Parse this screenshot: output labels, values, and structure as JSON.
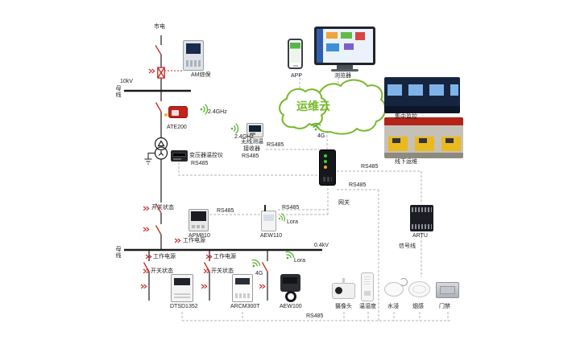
{
  "colors": {
    "red": "#c2281e",
    "cloud_green": "#76b82a",
    "wifi_green": "#56b02a",
    "line": "#1a1a1a",
    "dash": "#b3b3b3"
  },
  "icons": {
    "wifi_icon": ")))",
    "cloud_icon": "☁",
    "monitor_point_icon": "»"
  },
  "top": {
    "mains": "市电",
    "relay": "AM综保",
    "voltage": "10kV",
    "busbar": "母线"
  },
  "temp": {
    "sensor": "ATE200",
    "freq1": "2.4GHz",
    "freq2": "2.4GHz",
    "recv1": "无线测温",
    "recv2": "接收器",
    "recv3": "RS485",
    "recv_rs485": "RS485"
  },
  "xfmr": {
    "controller": "变压器温控仪",
    "rs485": "RS485"
  },
  "cloud": {
    "title": "运维云",
    "app": "APP",
    "browser": "浏览器",
    "g4": "4G"
  },
  "gw": {
    "label": "网关"
  },
  "right": {
    "central": "集中监控",
    "offline": "线下运维",
    "rs485_a": "RS485",
    "rs485_b": "RS485",
    "artu": "ARTU",
    "signal": "信号线"
  },
  "mid": {
    "switch_status": "开关状态",
    "apm_rs485": "RS485",
    "apm": "APM810",
    "aew": "AEW110",
    "aew_rs485": "RS485",
    "aew_lora": "Lora",
    "working_power": "工作电源",
    "voltage": "0.4kV",
    "busbar": "母线"
  },
  "bot": {
    "wp1": "工作电源",
    "wp2": "工作电源",
    "ss1": "开关状态",
    "ss2": "开关状态",
    "g4": "4G",
    "lora": "Lora",
    "m1": "DTSD1352",
    "m2": "ARCM300T",
    "m3": "AEW100",
    "camera": "摄像头",
    "temp": "温湿度",
    "water": "水浸",
    "smoke": "烟感",
    "door": "门禁",
    "rs485": "RS485"
  }
}
